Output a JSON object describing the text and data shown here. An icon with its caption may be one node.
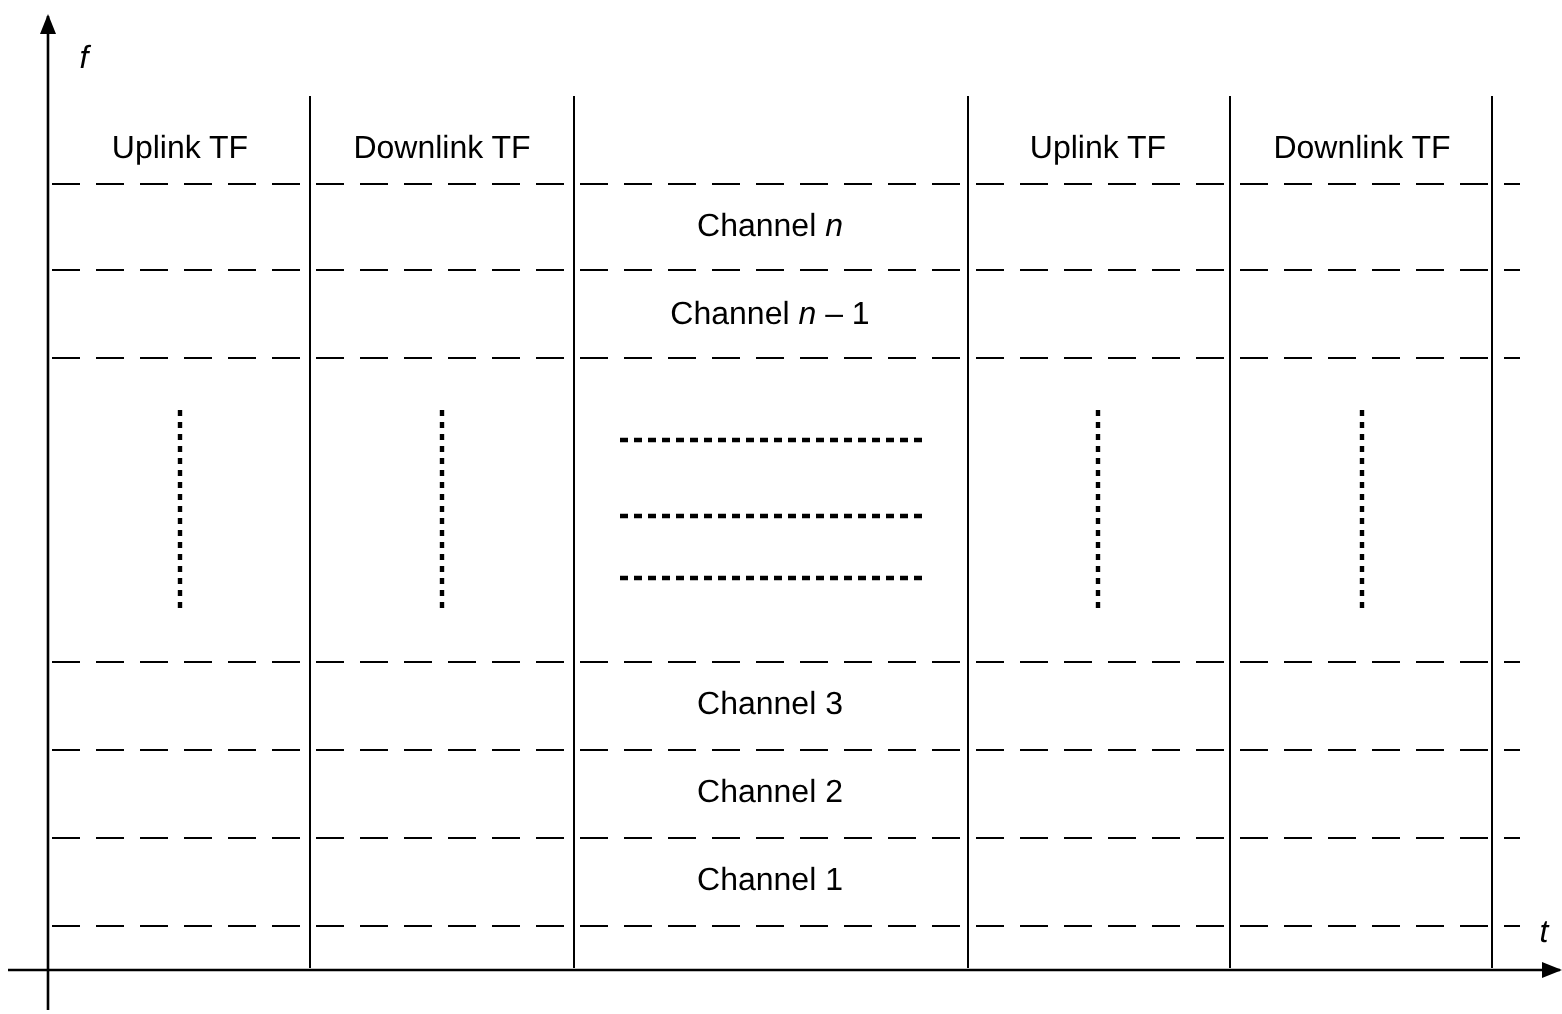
{
  "diagram": {
    "labels": [
      "f",
      "Uplink TF",
      "Downlink TF",
      "Uplink TF",
      "Downlink TF",
      "Channel *n*",
      "Channel *n* – 1",
      "Channel 3",
      "Channel 2",
      "Channel 1",
      "t"
    ]
  }
}
